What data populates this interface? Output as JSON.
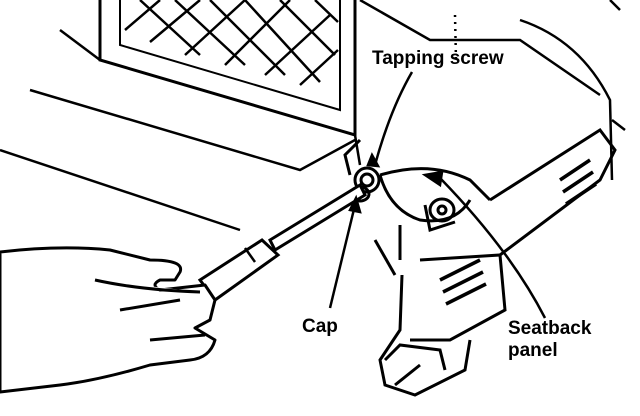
{
  "figure": {
    "colors": {
      "ink": "#000000",
      "paper": "#ffffff"
    },
    "labels": {
      "tapping_screw": "Tapping screw",
      "cap": "Cap",
      "seatback_line1": "Seatback",
      "seatback_line2": "panel"
    }
  }
}
